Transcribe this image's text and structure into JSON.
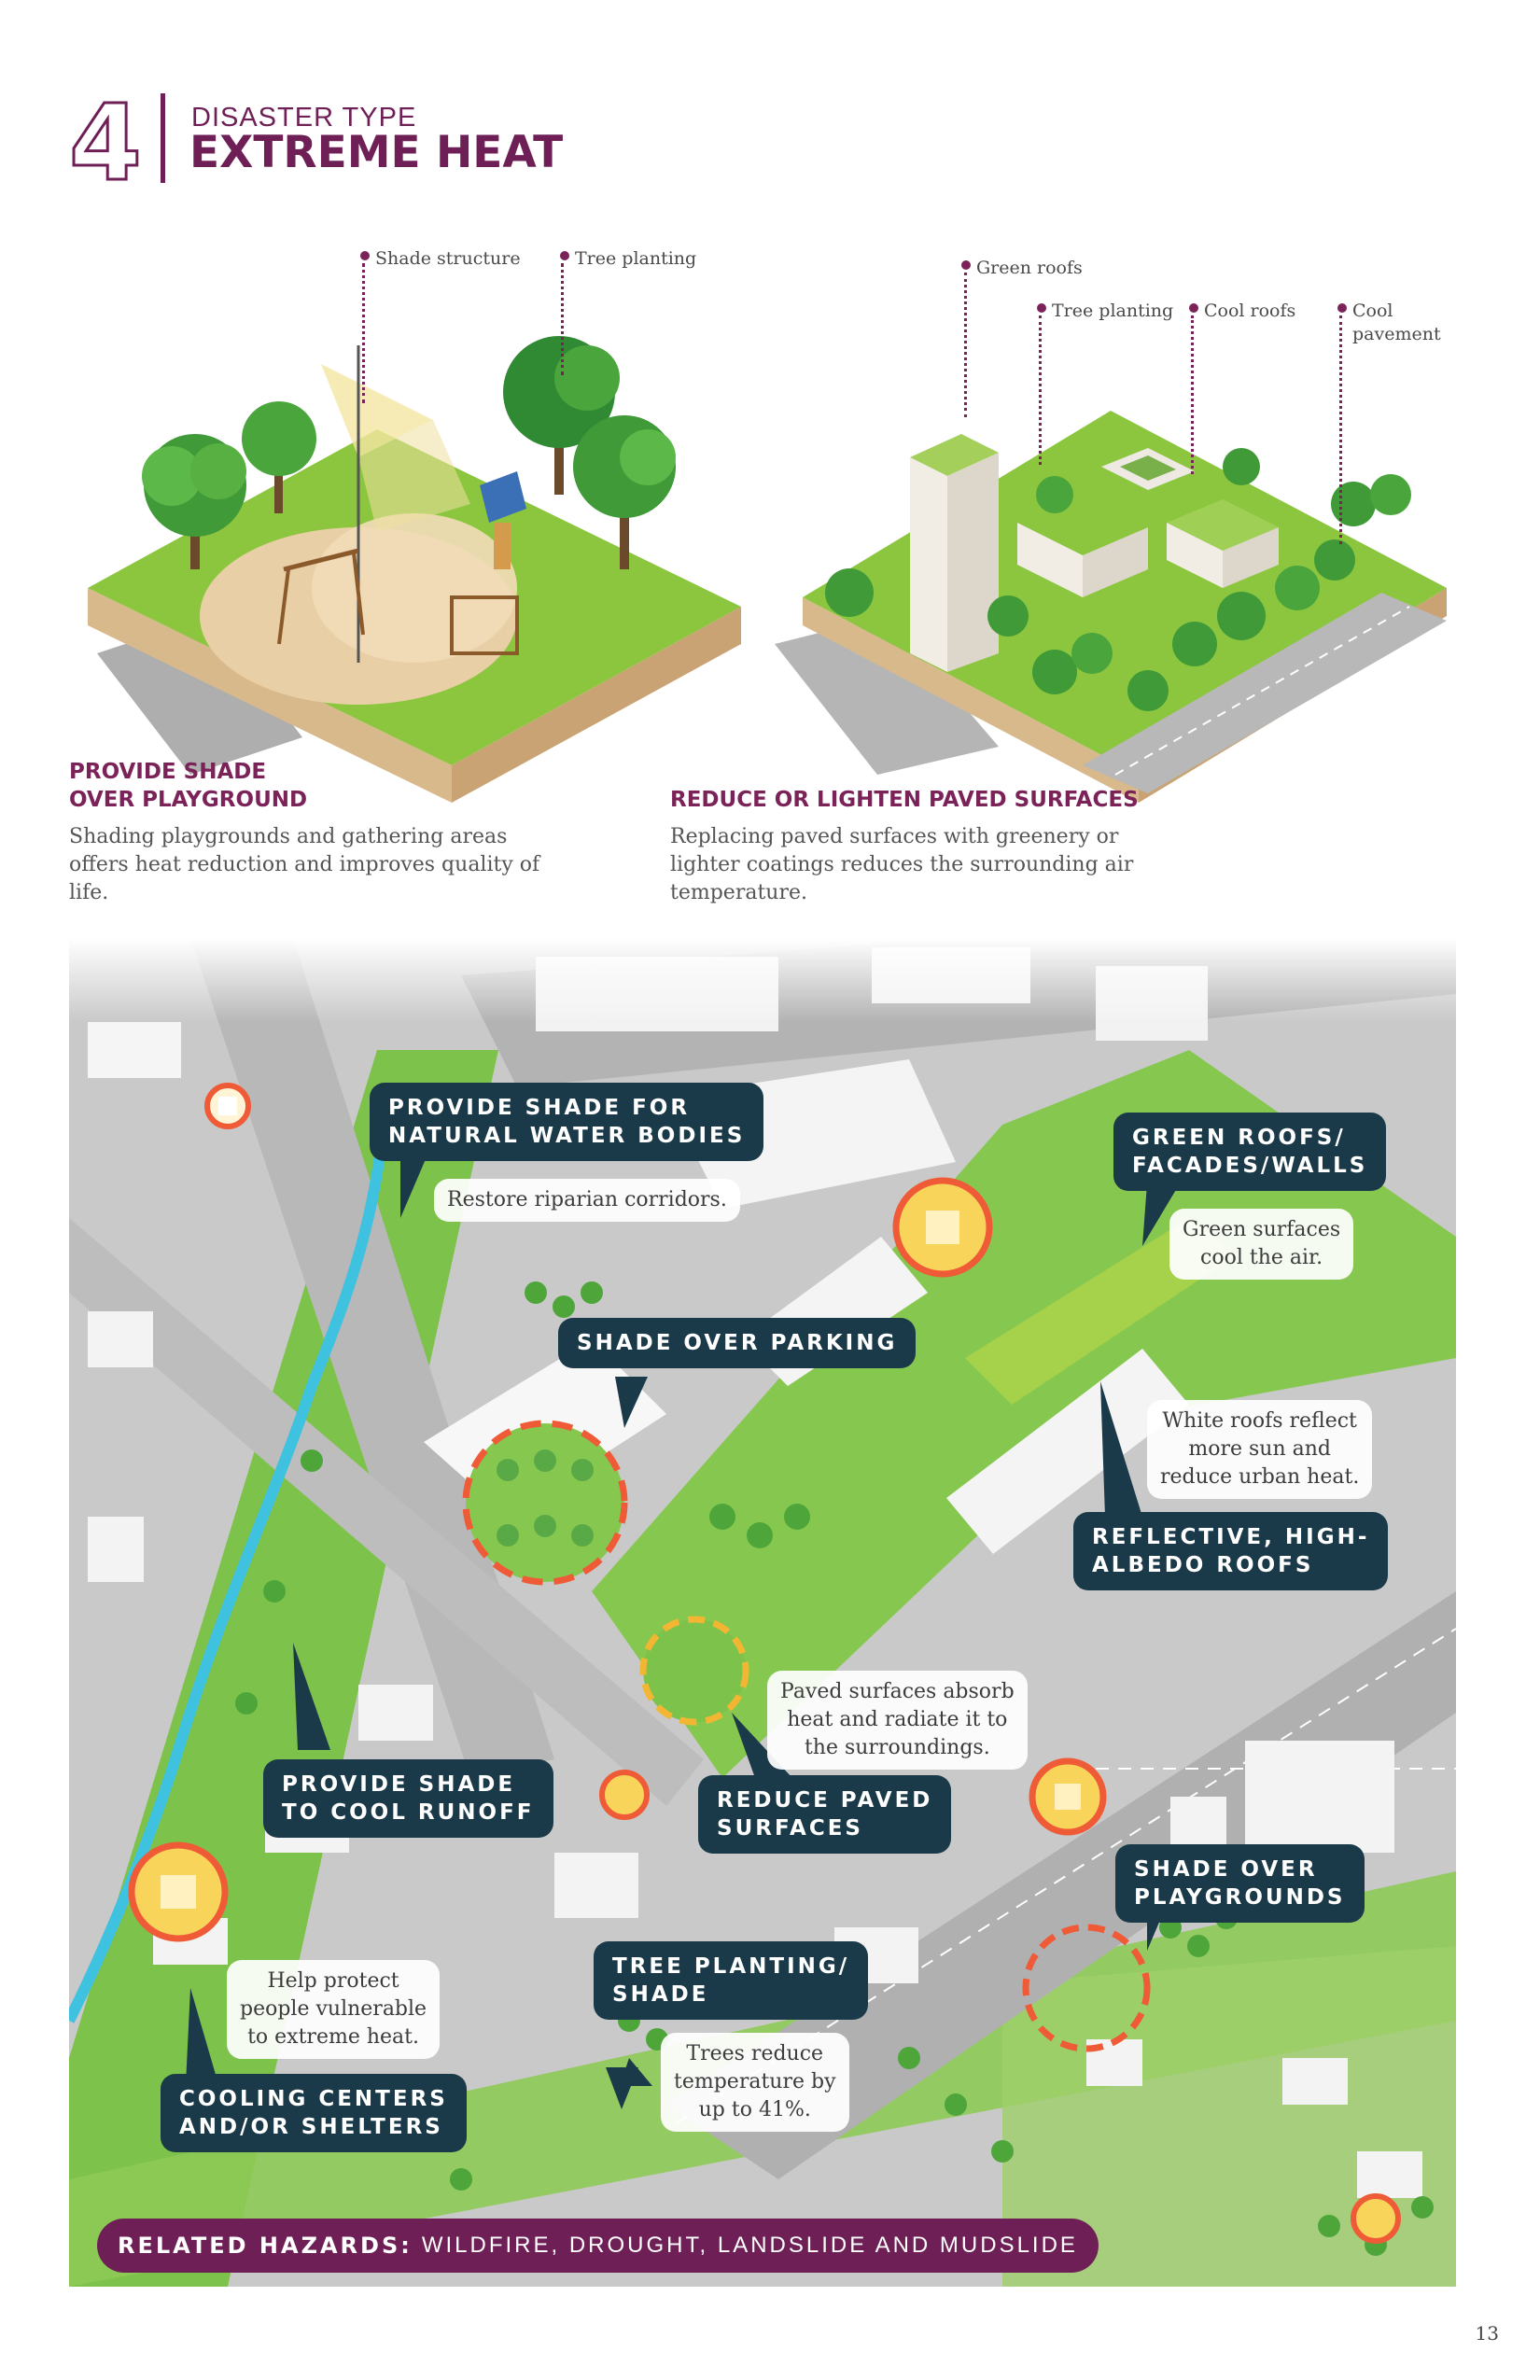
{
  "header": {
    "number": "4",
    "kicker": "DISASTER TYPE",
    "title": "EXTREME HEAT"
  },
  "colors": {
    "brand": "#6e1f56",
    "accent": "#7b2359",
    "label_bg": "#1b3a49",
    "water": "#3fc1e0",
    "green": "#6dbb3f",
    "marker_red": "#ef5a37",
    "marker_yellow": "#f2b632"
  },
  "illustration_left": {
    "callouts": [
      "Shade structure",
      "Tree planting"
    ],
    "title_line1": "PROVIDE SHADE",
    "title_line2": "OVER PLAYGROUND",
    "body_line1": "Shading playgrounds and gathering areas",
    "body_line2": "offers heat reduction and improves quality of",
    "body_line3": "life."
  },
  "illustration_right": {
    "callouts": [
      "Green roofs",
      "Tree planting",
      "Cool roofs",
      "Cool",
      "pavement"
    ],
    "title": "REDUCE OR LIGHTEN PAVED SURFACES",
    "body_line1": "Replacing paved surfaces with greenery or",
    "body_line2": "lighter coatings reduces the surrounding air",
    "body_line3": "temperature."
  },
  "map": {
    "labels": {
      "water_1": "PROVIDE SHADE FOR",
      "water_2": "NATURAL WATER BODIES",
      "green_roofs_1": "GREEN ROOFS/",
      "green_roofs_2": "FACADES/WALLS",
      "parking": "SHADE OVER PARKING",
      "reflective_1": "REFLECTIVE, HIGH-",
      "reflective_2": "ALBEDO ROOFS",
      "runoff_1": "PROVIDE SHADE",
      "runoff_2": "TO COOL RUNOFF",
      "paved_1": "REDUCE PAVED",
      "paved_2": "SURFACES",
      "playgrounds_1": "SHADE OVER",
      "playgrounds_2": "PLAYGROUNDS",
      "trees_1": "TREE PLANTING/",
      "trees_2": "SHADE",
      "cooling_1": "COOLING CENTERS",
      "cooling_2": "AND/OR SHELTERS"
    },
    "notes": {
      "riparian": "Restore riparian corridors.",
      "green_1": "Green surfaces",
      "green_2": "cool the air.",
      "white_1": "White roofs reflect",
      "white_2": "more sun and",
      "white_3": "reduce urban heat.",
      "paved_1": "Paved surfaces absorb",
      "paved_2": "heat and radiate it to",
      "paved_3": "the surroundings.",
      "vuln_1": "Help protect",
      "vuln_2": "people vulnerable",
      "vuln_3": "to extreme heat.",
      "trees_1": "Trees reduce",
      "trees_2": "temperature by",
      "trees_3": "up to 41%."
    },
    "related_hazards_label": "RELATED HAZARDS:",
    "related_hazards_value": "WILDFIRE, DROUGHT, LANDSLIDE AND MUDSLIDE"
  },
  "page_number": "13"
}
